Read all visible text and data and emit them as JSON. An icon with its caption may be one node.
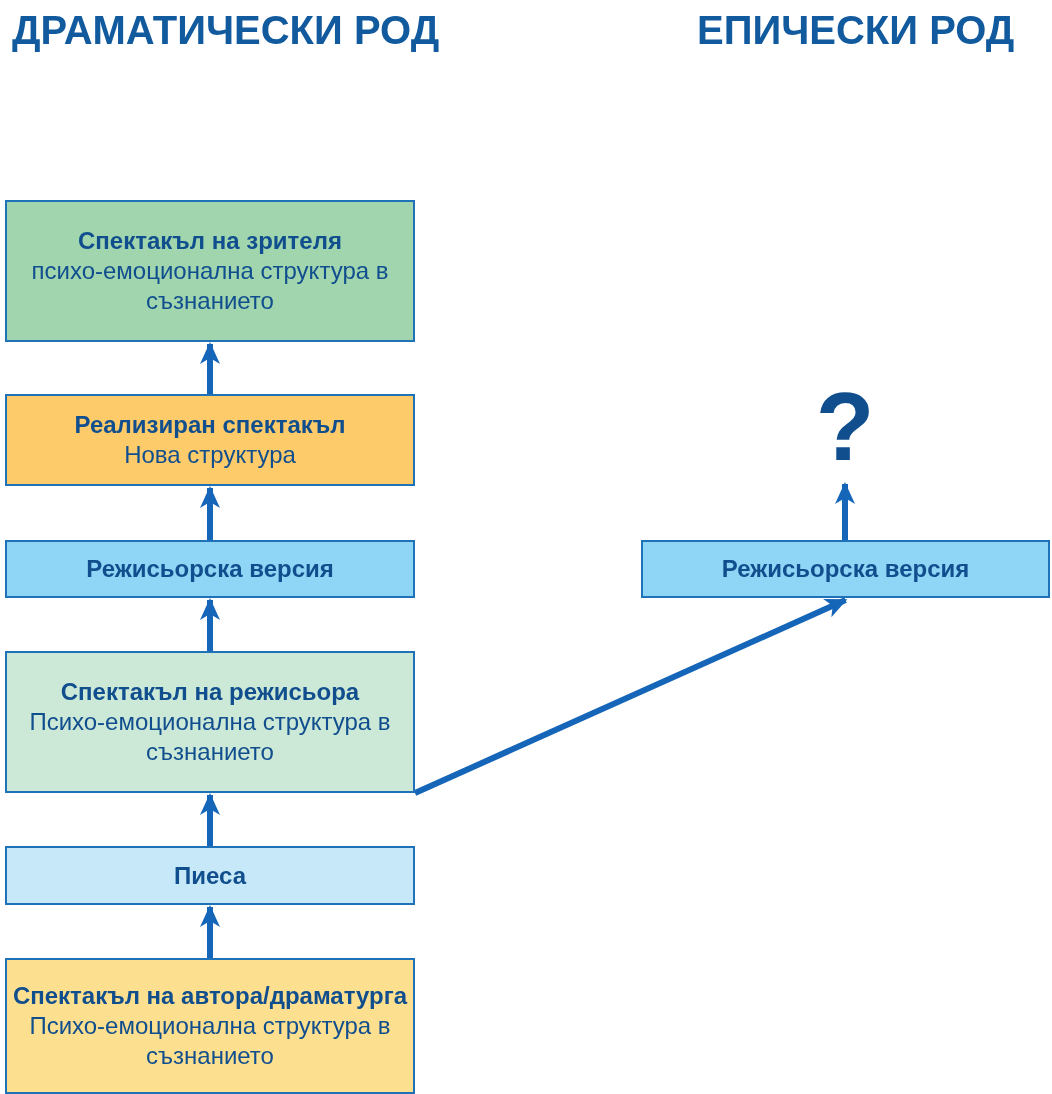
{
  "diagram": {
    "nodes": [
      {
        "text": [
          "Спектакъл на зрителя",
          "психо-емоционална структура в съзнанието"
        ]
      },
      {
        "text": [
          "Реализиран спектакъл",
          "Нова структура"
        ]
      },
      {
        "text": [
          "Режисьорска версия"
        ]
      },
      {
        "text": [
          "Спектакъл на режисьора",
          "Психо-емоционална структура в съзнанието"
        ]
      },
      {
        "text": [
          "Пиеса"
        ]
      },
      {
        "text": [
          "Спектакъл на автора/драматурга",
          "Психо-емоционална структура в съзнанието"
        ]
      },
      {
        "text": [
          "Режисьорска версия"
        ]
      },
      {
        "text": [
          "?"
        ]
      }
    ],
    "edges": [
      {
        "from": 5,
        "to": 4,
        "arrow": "to"
      },
      {
        "from": 4,
        "to": 3,
        "arrow": "to"
      },
      {
        "from": 3,
        "to": 2,
        "arrow": "to"
      },
      {
        "from": 2,
        "to": 1,
        "arrow": "to"
      },
      {
        "from": 1,
        "to": 0,
        "arrow": "to"
      },
      {
        "from": 3,
        "to": 6,
        "arrow": "to"
      },
      {
        "from": 6,
        "to": 7,
        "arrow": "to"
      }
    ],
    "labels": [
      "ДРАМАТИЧЕСКИ РОД",
      "ЕПИЧЕСКИ РОД"
    ]
  }
}
